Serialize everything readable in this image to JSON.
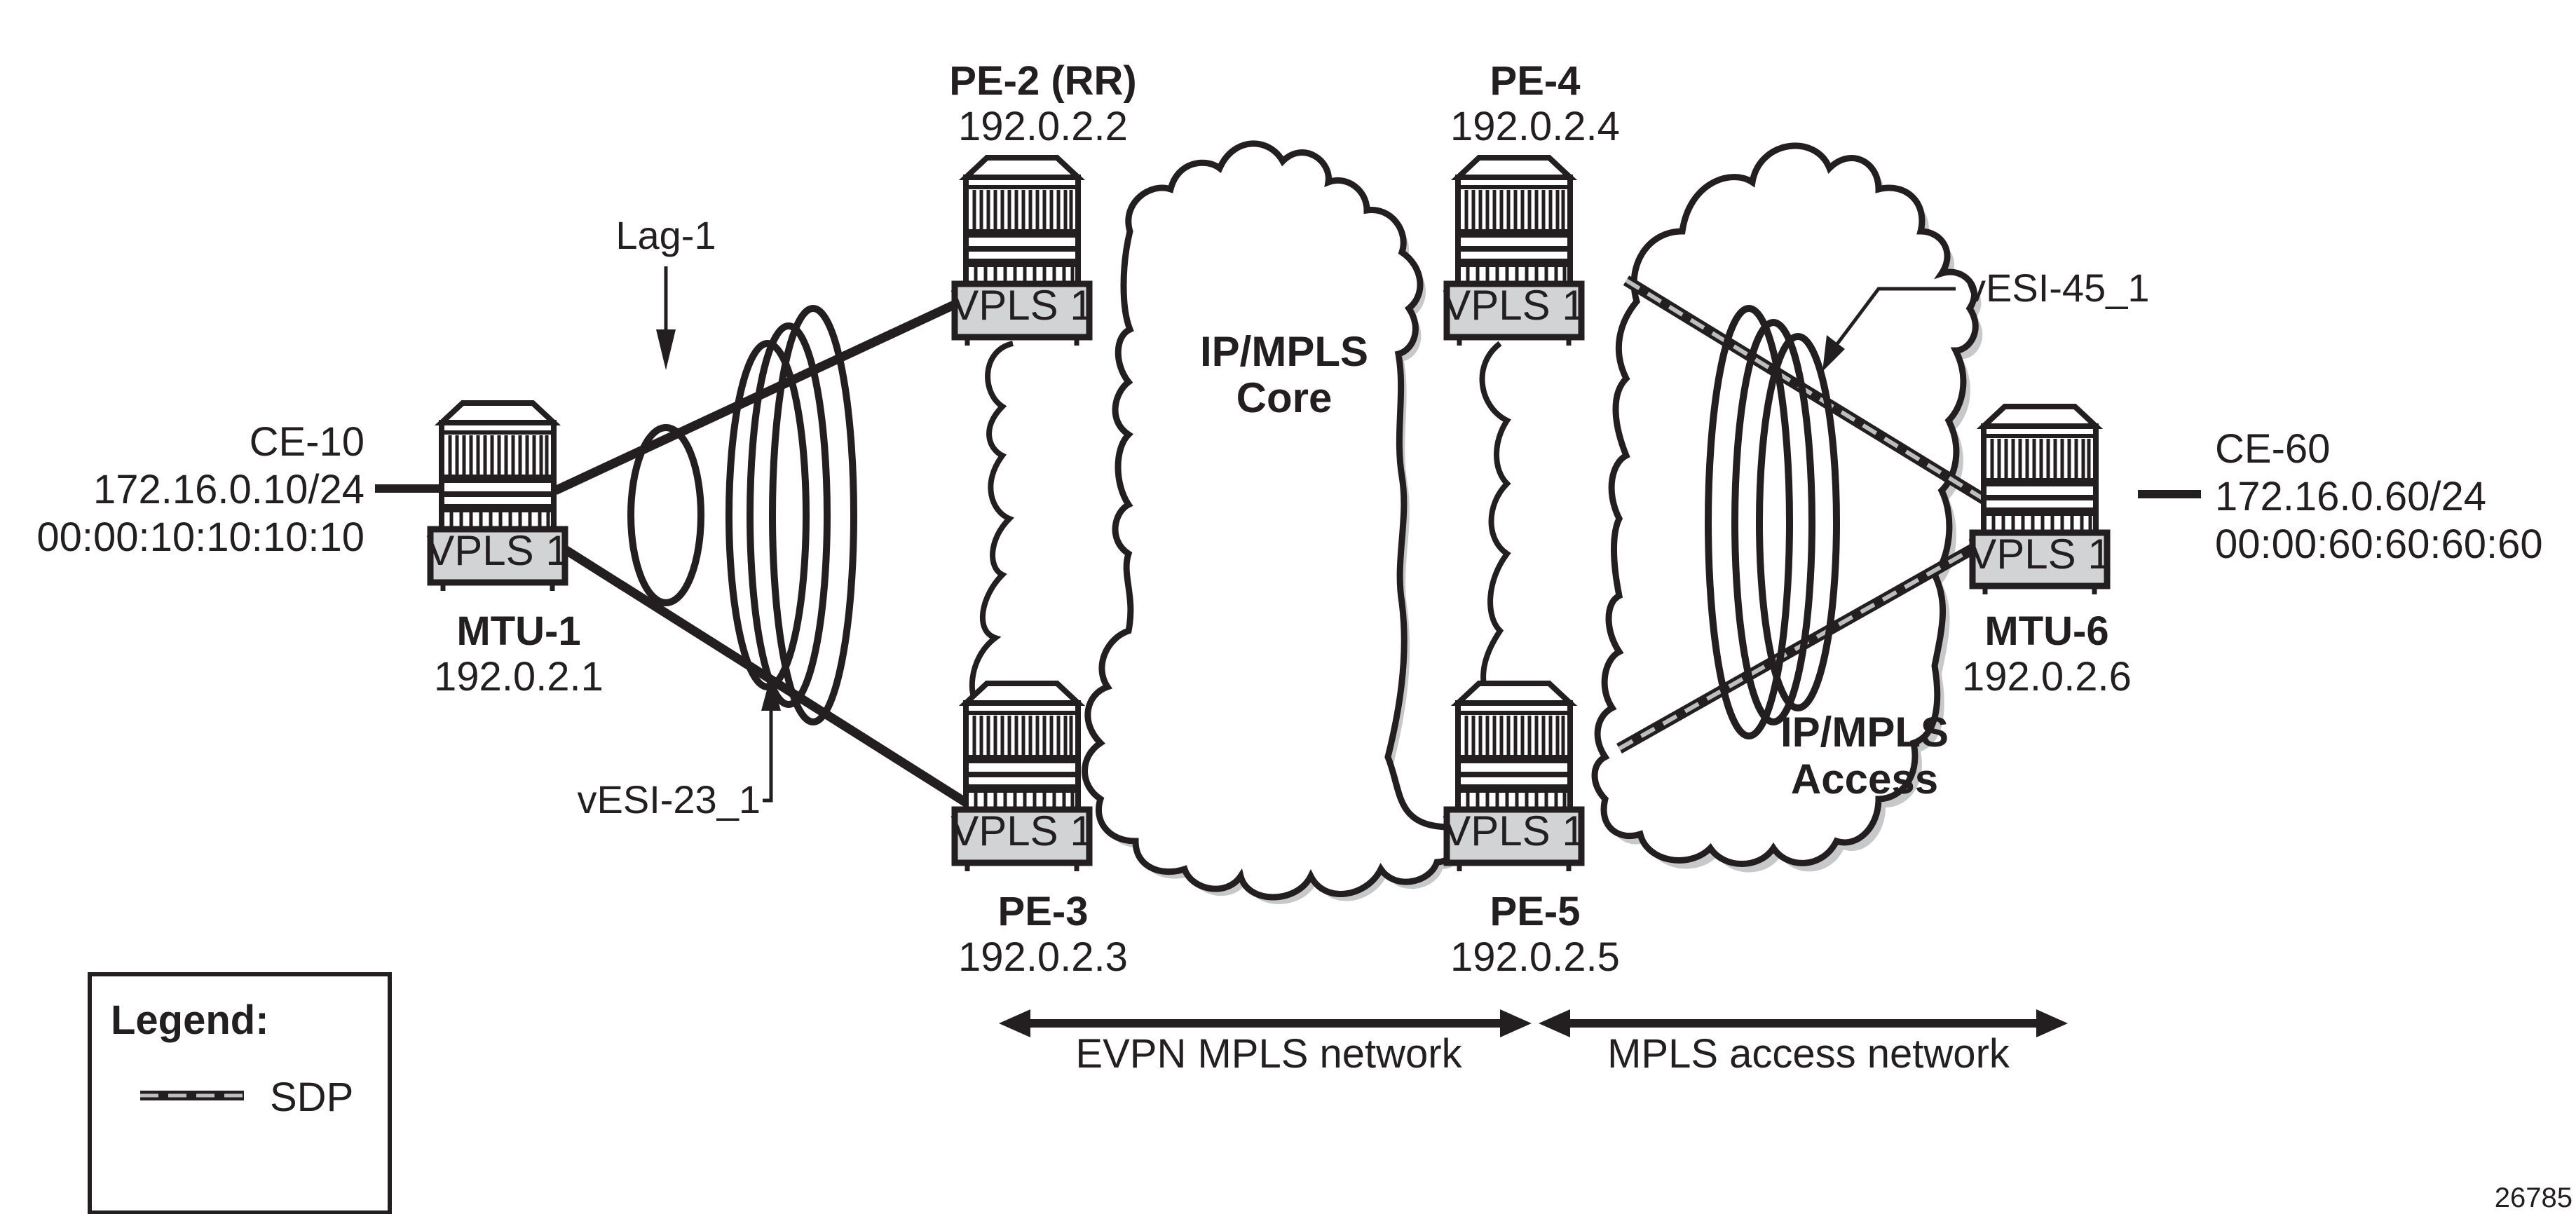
{
  "colors": {
    "ink": "#231f20",
    "service_box_fill": "#d1d3d4",
    "cloud_shadow": "#c7c8ca",
    "sdp_dash": "#bcbec0",
    "background": "#ffffff"
  },
  "nodes": {
    "mtu1": {
      "name": "MTU-1",
      "ip": "192.0.2.1",
      "service": "VPLS 1"
    },
    "pe2": {
      "name": "PE-2 (RR)",
      "ip": "192.0.2.2",
      "service": "VPLS 1"
    },
    "pe3": {
      "name": "PE-3",
      "ip": "192.0.2.3",
      "service": "VPLS 1"
    },
    "pe4": {
      "name": "PE-4",
      "ip": "192.0.2.4",
      "service": "VPLS 1"
    },
    "pe5": {
      "name": "PE-5",
      "ip": "192.0.2.5",
      "service": "VPLS 1"
    },
    "mtu6": {
      "name": "MTU-6",
      "ip": "192.0.2.6",
      "service": "VPLS 1"
    }
  },
  "ce": {
    "ce10": {
      "name": "CE-10",
      "ip": "172.16.0.10/24",
      "mac": "00:00:10:10:10:10"
    },
    "ce60": {
      "name": "CE-60",
      "ip": "172.16.0.60/24",
      "mac": "00:00:60:60:60:60"
    }
  },
  "clouds": {
    "core": {
      "line1": "IP/MPLS",
      "line2": "Core"
    },
    "access": {
      "line1": "IP/MPLS",
      "line2": "Access"
    }
  },
  "annotations": {
    "lag": "Lag-1",
    "vesi23": "vESI-23_1",
    "vesi45": "vESI-45_1"
  },
  "ranges": {
    "evpn": "EVPN MPLS network",
    "access": "MPLS access network"
  },
  "legend": {
    "title": "Legend:",
    "items": [
      {
        "symbol": "sdp-line",
        "label": "SDP"
      }
    ]
  },
  "figure_id": "26785"
}
